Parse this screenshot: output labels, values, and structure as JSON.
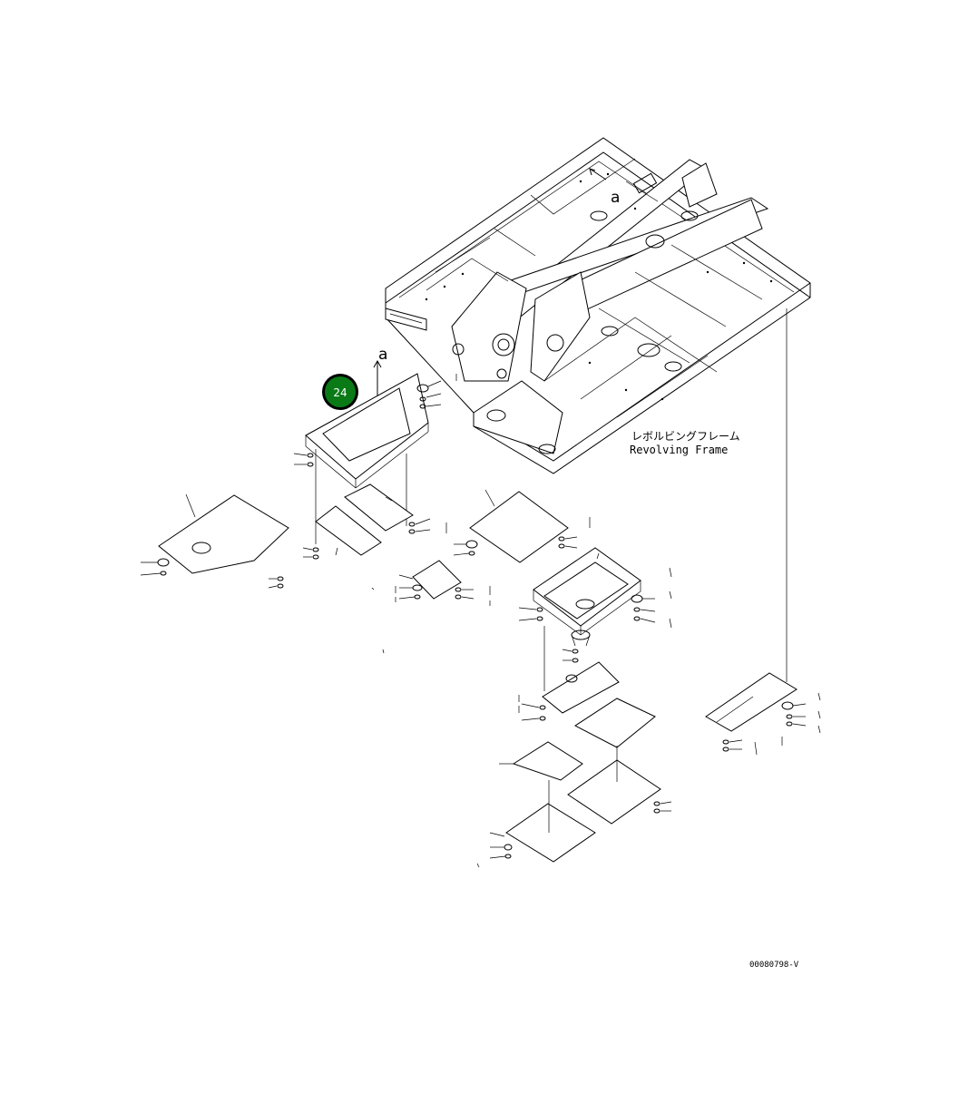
{
  "callout": {
    "number": "24",
    "color": "#0a7a17",
    "ring": "#000000",
    "text_color": "#ffffff"
  },
  "labels": {
    "frame_jp": "レボルビングフレーム",
    "frame_en": "Revolving Frame",
    "view_mark_top": "a",
    "view_mark_bottom": "a",
    "drawing_no": "00080798-V"
  }
}
